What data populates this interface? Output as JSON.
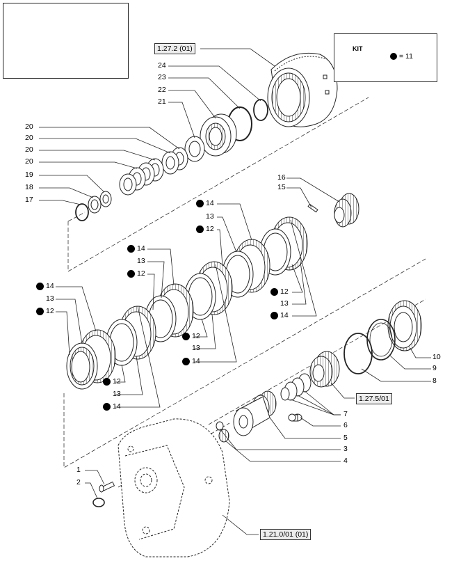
{
  "references": {
    "top": "1.27.2 (01)",
    "mid": "1.27.5/01",
    "bottom": "1.21.0/01 (01)"
  },
  "kit": {
    "label": "KIT",
    "equals": "= 11"
  },
  "callouts": {
    "c1": "1",
    "c2": "2",
    "c3": "3",
    "c4": "4",
    "c5": "5",
    "c6": "6",
    "c7": "7",
    "c8": "8",
    "c9": "9",
    "c10": "10",
    "c12a": "12",
    "c12b": "12",
    "c12c": "12",
    "c12d": "12",
    "c12e": "12",
    "c12f": "12",
    "c13a": "13",
    "c13b": "13",
    "c13c": "13",
    "c13d": "13",
    "c13e": "13",
    "c13f": "13",
    "c14a": "14",
    "c14b": "14",
    "c14c": "14",
    "c14d": "14",
    "c14e": "14",
    "c14f": "14",
    "c15": "15",
    "c16": "16",
    "c17": "17",
    "c18": "18",
    "c19": "19",
    "c20a": "20",
    "c20b": "20",
    "c20c": "20",
    "c20d": "20",
    "c21": "21",
    "c22": "22",
    "c23": "23",
    "c24": "24"
  }
}
